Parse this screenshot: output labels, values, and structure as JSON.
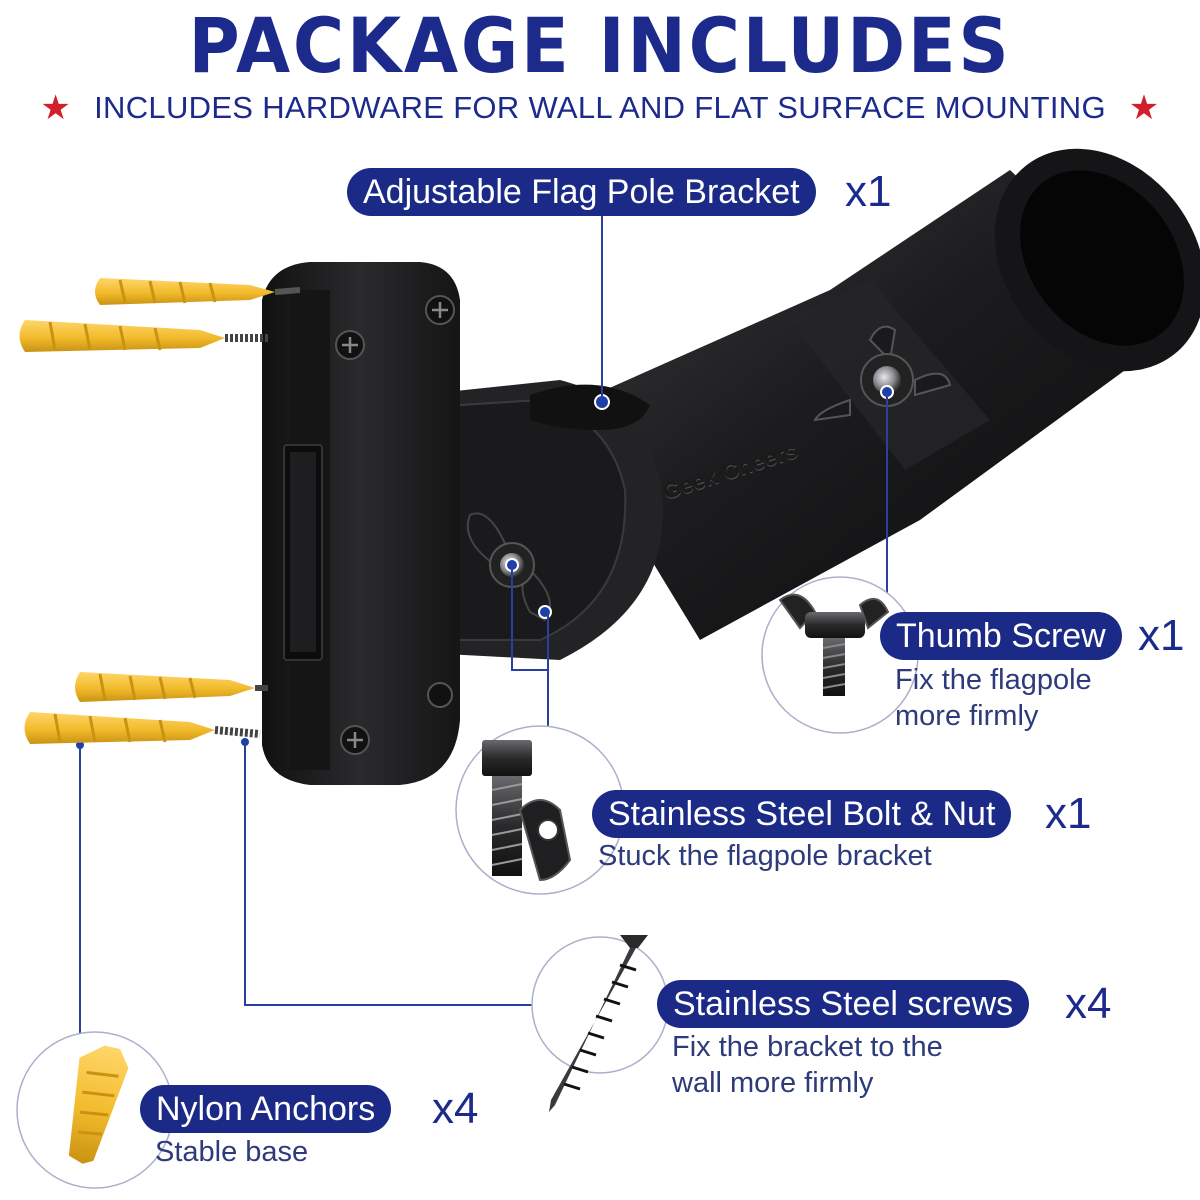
{
  "header": {
    "title": "PACKAGE INCLUDES",
    "subtitle": "INCLUDES HARDWARE FOR WALL AND FLAT SURFACE MOUNTING"
  },
  "brand": "Geek Cheers",
  "items": {
    "bracket": {
      "label": "Adjustable Flag Pole Bracket",
      "qty": "x1"
    },
    "thumb_screw": {
      "label": "Thumb Screw",
      "qty": "x1",
      "desc": [
        "Fix the flagpole",
        "more firmly"
      ]
    },
    "bolt_nut": {
      "label": "Stainless Steel Bolt & Nut",
      "qty": "x1",
      "desc": [
        "Stuck the flagpole bracket"
      ]
    },
    "screws": {
      "label": "Stainless Steel screws",
      "qty": "x4",
      "desc": [
        "Fix the bracket to the",
        "wall more firmly"
      ]
    },
    "anchors": {
      "label": "Nylon Anchors",
      "qty": "x4",
      "desc": [
        "Stable base"
      ]
    }
  },
  "colors": {
    "navy": "#1a2a86",
    "star_red": "#d1202b",
    "anchor_yellow": "#f2c23a",
    "bracket_black": "#1f1f21"
  },
  "icons": [
    "star-icon",
    "wall-anchor-icon",
    "screw-icon",
    "wing-nut-icon",
    "hex-bolt-icon",
    "flag-pole-bracket-image"
  ]
}
